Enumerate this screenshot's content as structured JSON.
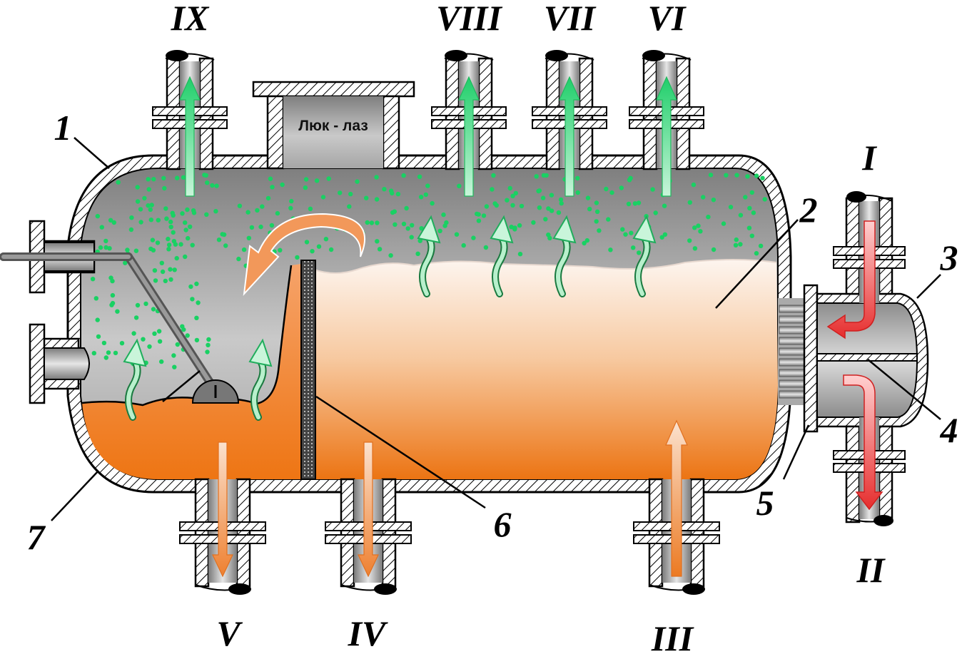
{
  "labels": {
    "roman": [
      "I",
      "II",
      "III",
      "IV",
      "V",
      "VI",
      "VII",
      "VIII",
      "IX"
    ],
    "numbers": [
      "1",
      "2",
      "3",
      "4",
      "5",
      "6",
      "7"
    ],
    "manhole": "Люк - лаз"
  },
  "colors": {
    "wall_hatch": "#000000",
    "gas_gray": "#9a9a9a",
    "liquid_light": "#fbeee4",
    "liquid_orange": "#ee7a1a",
    "vapor_dots": "#19d163",
    "vapor_arrow": "#2fd97a",
    "hot_arrow": "#ee3b3b",
    "flow_orange": "#f08a3a"
  },
  "icons": {
    "vapor_outlet": "arrow-up-icon",
    "liquid_outlet": "arrow-down-icon",
    "bubble": "wavy-arrow-icon"
  }
}
